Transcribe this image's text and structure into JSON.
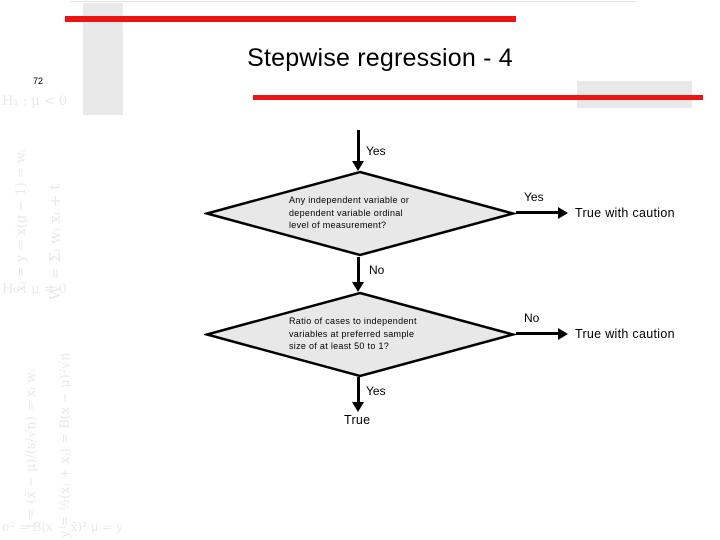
{
  "slide": {
    "title": "Stepwise regression - 4",
    "slide_number": "72",
    "accent_color": "#ed1414",
    "decor_color": "#e9e9e9"
  },
  "flowchart": {
    "entry_label": "Yes",
    "nodes": [
      {
        "lines": [
          "Any independent variable or",
          "dependent variable ordinal",
          "level of measurement?"
        ],
        "side_label": "Yes",
        "side_outcome": "True with caution",
        "down_label": "No"
      },
      {
        "lines": [
          "Ratio of cases to independent",
          "variables at preferred sample",
          "size of at least 50 to 1?"
        ],
        "side_label": "No",
        "side_outcome": "True with caution",
        "down_label": "Yes"
      }
    ],
    "final_outcome": "True",
    "node_fill": "#e8e8e8",
    "node_stroke": "#000000"
  },
  "watermark": {
    "formulas": [
      "H₁ : μ < 0",
      "xⱼ = y = x(g − 1) = wᵢ",
      "W = Σᵢ wᵢ xᵢ + t",
      "H₀ : μ = 0",
      "t = (x̄ − μ)/(s/√n) = xᵢ wᵢ",
      "y = ½(xⱼ + xⱼ) = B(x − μ)²√n",
      "σ² = B(x − x̄)²  μ = y"
    ]
  }
}
